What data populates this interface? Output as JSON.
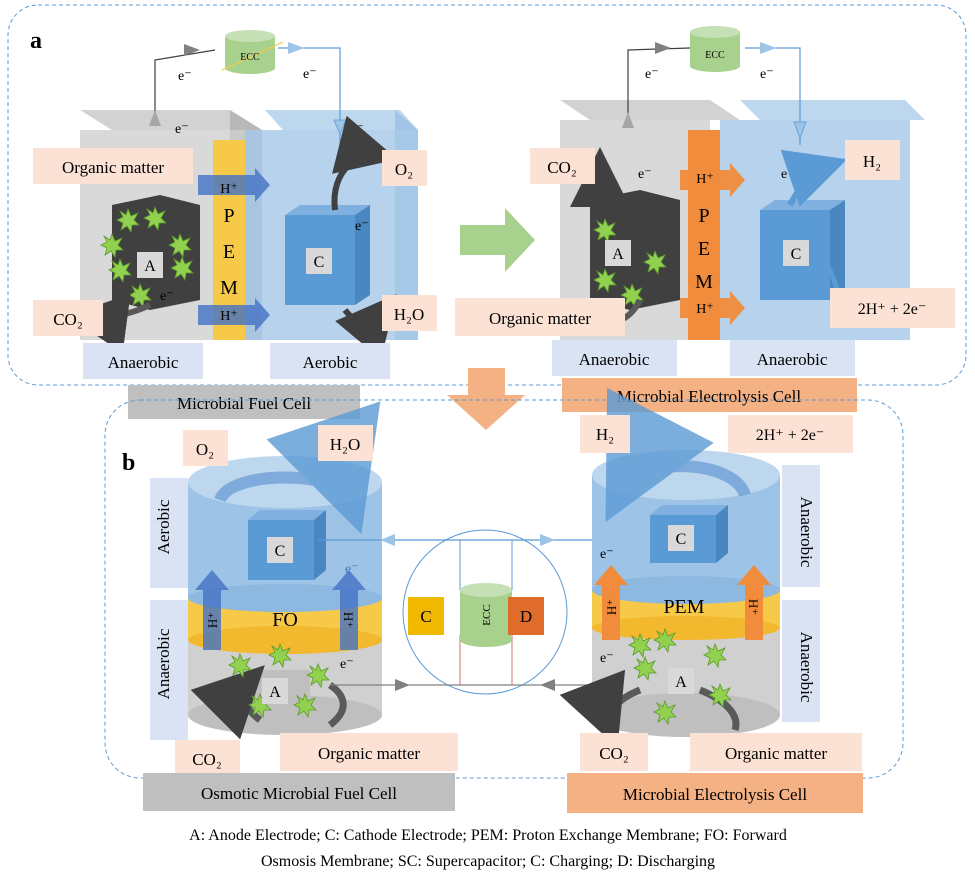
{
  "panel_a": {
    "label": "a",
    "mfc": {
      "ecc": "ECC",
      "e_minus": "e⁻",
      "organic_matter": "Organic matter",
      "co2": "CO₂",
      "h_plus": "H⁺",
      "pem_letters": [
        "P",
        "E",
        "M"
      ],
      "o2": "O₂",
      "h2o": "H₂O",
      "anode": "A",
      "cathode": "C",
      "anode_zone": "Anaerobic",
      "cathode_zone": "Aerobic",
      "title": "Microbial Fuel Cell"
    },
    "mec": {
      "ecc": "ECC",
      "e_minus": "e⁻",
      "co2": "CO₂",
      "h2": "H₂",
      "h_plus": "H⁺",
      "pem_letters": [
        "P",
        "E",
        "M"
      ],
      "organic_matter": "Organic matter",
      "protons": "2H⁺ + 2e⁻",
      "anode": "A",
      "cathode": "C",
      "anode_zone": "Anaerobic",
      "cathode_zone": "Anaerobic",
      "title": "Microbial Electrolysis Cell"
    }
  },
  "panel_b": {
    "label": "b",
    "omfc": {
      "o2": "O₂",
      "h2o": "H₂O",
      "cathode_zone": "Aerobic",
      "anode_zone": "Anaerobic",
      "cathode": "C",
      "anode": "A",
      "membrane": "FO",
      "h_plus": "H⁺",
      "e_minus": "e⁻",
      "co2": "CO₂",
      "organic_matter": "Organic matter",
      "title": "Osmotic Microbial Fuel Cell"
    },
    "center": {
      "charge": "C",
      "ecc": "ECC",
      "discharge": "D"
    },
    "mec": {
      "h2": "H₂",
      "protons": "2H⁺ + 2e⁻",
      "cathode_zone": "Anaerobic",
      "anode_zone": "Anaerobic",
      "cathode": "C",
      "anode": "A",
      "membrane": "PEM",
      "h_plus": "H⁺",
      "e_minus": "e⁻",
      "co2": "CO₂",
      "organic_matter": "Organic matter",
      "title": "Microbial Electrolysis Cell"
    }
  },
  "legend": {
    "line1": "A: Anode Electrode; C: Cathode Electrode; PEM: Proton Exchange Membrane; FO: Forward",
    "line2": "Osmosis Membrane;  SC: Supercapacitor; C: Charging;  D: Discharging"
  },
  "colors": {
    "label_box": "#fbe2d5",
    "zone_box": "#dae3f3",
    "title_gray": "#bfbfbf",
    "title_orange": "#f4b183",
    "pem_yellow": "#f7c948",
    "pem_orange": "#f08c3c",
    "cathode_blue": "#9dc3e6",
    "anode_gray": "#d0d0d0",
    "microbe_green": "#92d050",
    "ecc_green": "#a9d18e",
    "big_arrow_green": "#a9d18e",
    "big_arrow_orange": "#f4b183",
    "dashed_border": "#5b9bd5"
  }
}
